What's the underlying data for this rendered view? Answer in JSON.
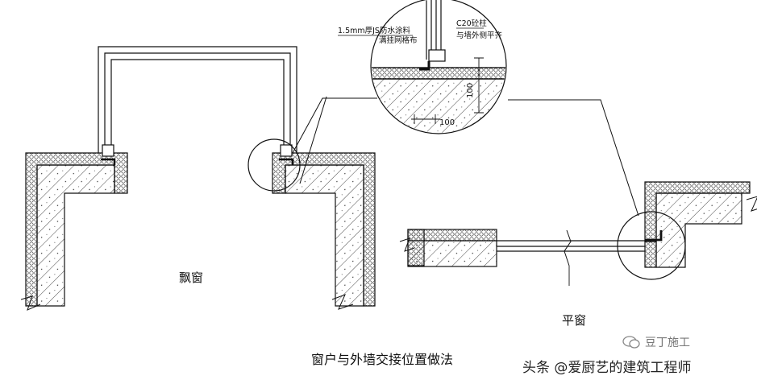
{
  "callout": {
    "membrane_line1": "1.5mm厚JS防水涂料",
    "membrane_line2": "满挂网格布",
    "sill_line1": "C20砼柱",
    "sill_line2": "与墙外侧平齐",
    "dim_height": "100",
    "dim_width": "100"
  },
  "labels": {
    "bay_window": "飘窗",
    "flat_window": "平窗",
    "caption": "窗户与外墙交接位置做法"
  },
  "watermark": {
    "brand": "豆丁施工",
    "author": "头条 @爱厨艺的建筑工程师"
  },
  "colors": {
    "line": "#111111",
    "insulation_fill": "#ffffff",
    "watermark": "#777777"
  }
}
